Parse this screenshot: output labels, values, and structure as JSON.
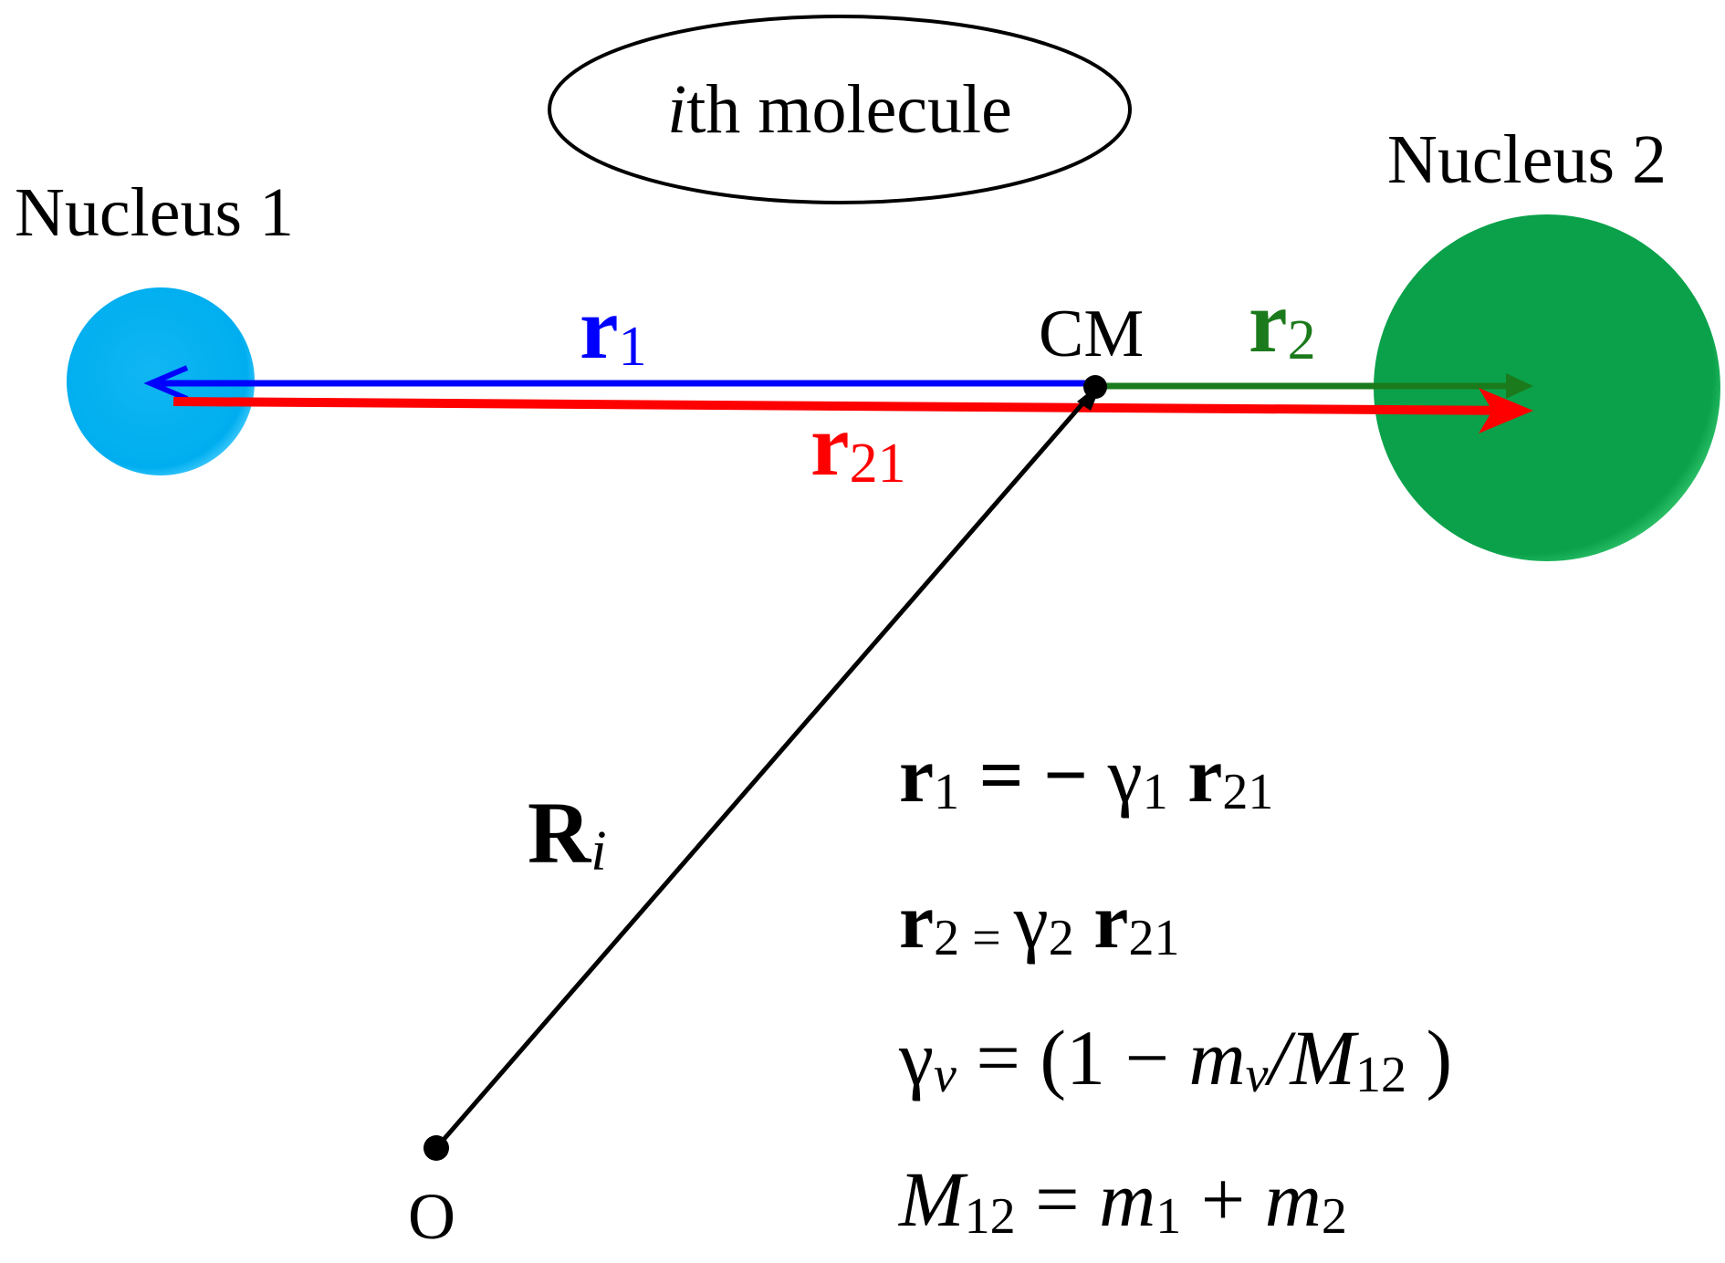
{
  "title_label": {
    "italic": "i",
    "rest": "th molecule"
  },
  "nucleus1_label": "Nucleus 1",
  "nucleus2_label": "Nucleus 2",
  "cm_label": "CM",
  "origin_label": "O",
  "vectors": {
    "r1": {
      "base": "r",
      "sub": "1"
    },
    "r2": {
      "base": "r",
      "sub": "2"
    },
    "r21": {
      "base": "r",
      "sub": "21"
    },
    "Ri": {
      "base": "R",
      "sub": "i"
    }
  },
  "equations": {
    "eq1": {
      "r": "r",
      "r_sub": "1",
      "eq": " = − ",
      "gamma": "γ",
      "gamma_sub": "1",
      "r2": "r",
      "r2_sub": "21"
    },
    "eq2": {
      "r": "r",
      "r_sub": "2",
      "eq": " = ",
      "gamma": "γ",
      "gamma_sub": "2",
      "r2": "r",
      "r2_sub": "21"
    },
    "eq3": {
      "gamma": "γ",
      "gamma_sub": "ν",
      "eq": " = (1 − ",
      "m": "m",
      "m_sub": "ν",
      "slash": "/",
      "M": "M",
      "M_sub": "12",
      "close": " )"
    },
    "eq4": {
      "M": "M",
      "M_sub": "12",
      "eq": " = ",
      "m1": "m",
      "m1_sub": "1",
      "plus": " + ",
      "m2": "m",
      "m2_sub": "2"
    }
  },
  "colors": {
    "nucleus1": "#00aeef",
    "nucleus2": "#0aa14a",
    "r1": "#0000ff",
    "r2": "#1b7a1b",
    "r21": "#ff0000",
    "Ri": "#000000"
  }
}
